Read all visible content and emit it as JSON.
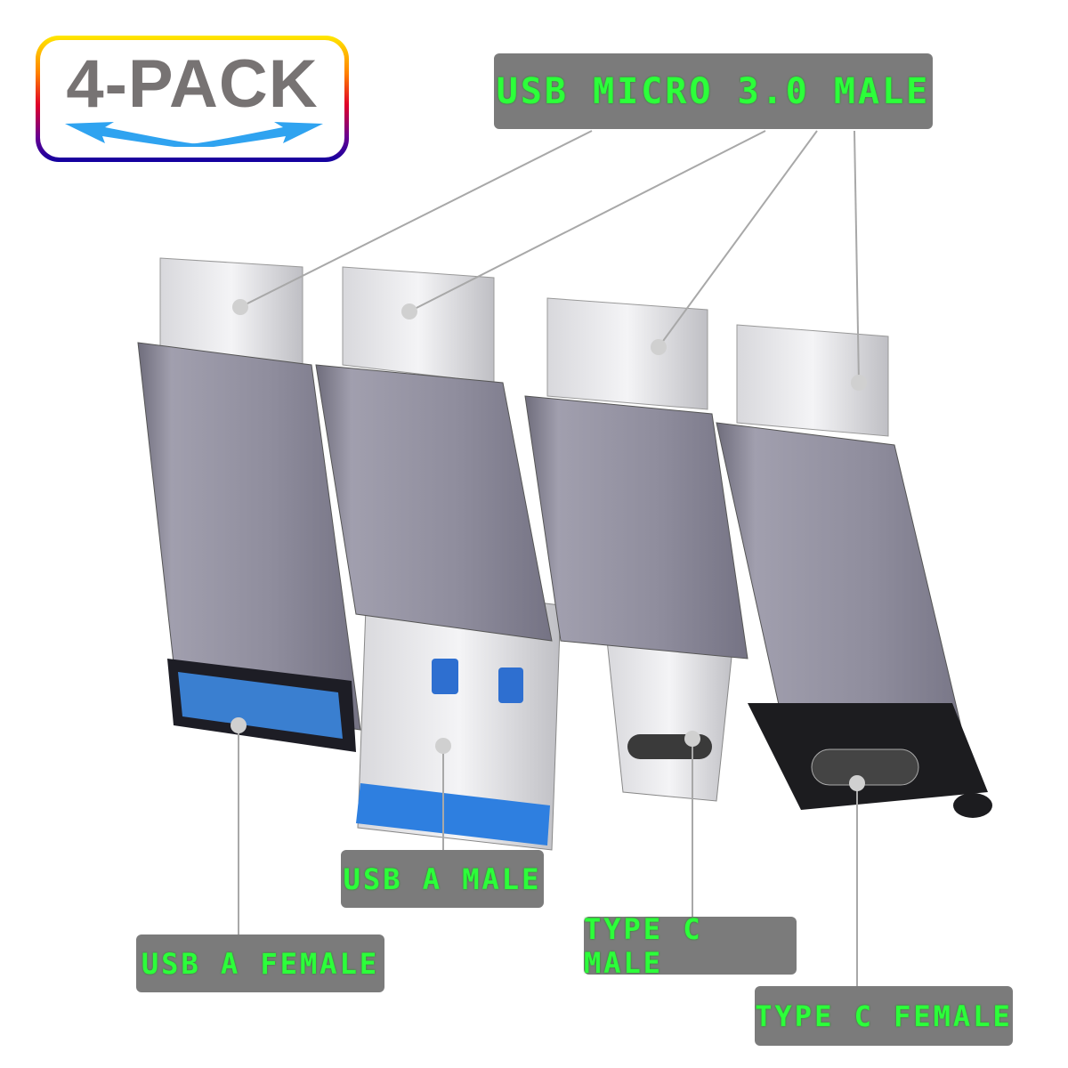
{
  "badge": {
    "text": "4-PACK"
  },
  "labels": {
    "micro": "USB MICRO 3.0 MALE",
    "usb_a_male": "USB A MALE",
    "usb_a_female": "USB A FEMALE",
    "type_c_male": "TYPE C MALE",
    "type_c_female": "TYPE C FEMALE"
  },
  "colors": {
    "label_bg": "#7b7b7b",
    "label_text": "#2cff3a",
    "body": "#8e8c9c",
    "arrow": "#2fa3f0"
  }
}
